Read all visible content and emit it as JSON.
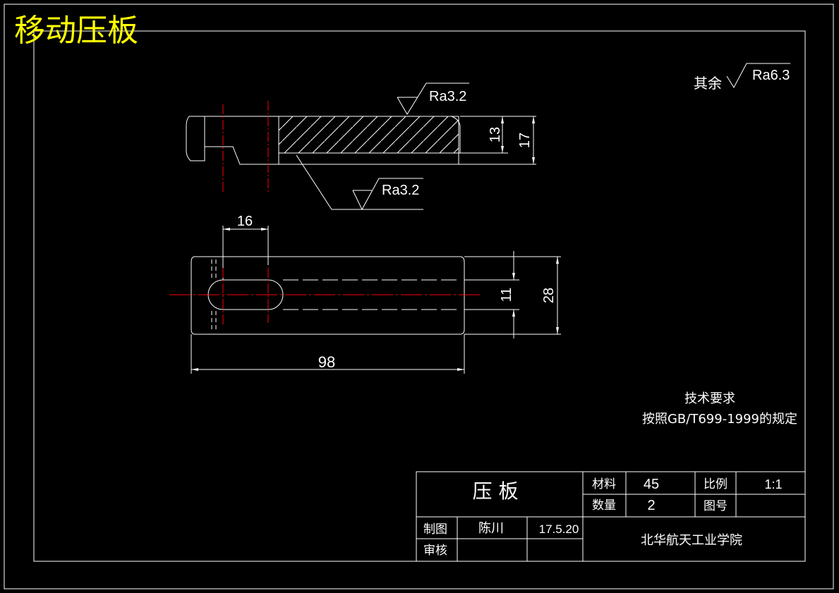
{
  "header": {
    "title": "移动压板"
  },
  "roughness": {
    "general_prefix": "其余",
    "general_value": "Ra6.3",
    "top_surface": "Ra3.2",
    "bottom_surface": "Ra3.2"
  },
  "dimensions": {
    "inner_thickness": "13",
    "total_thickness": "17",
    "slot_offset": "16",
    "slot_width": "11",
    "width": "28",
    "length": "98"
  },
  "technical_requirements": {
    "heading": "技术要求",
    "text": "按照GB/T699-1999的规定"
  },
  "title_block": {
    "part_name": "压 板",
    "material_label": "材料",
    "material_value": "45",
    "scale_label": "比例",
    "scale_value": "1:1",
    "quantity_label": "数量",
    "quantity_value": "2",
    "drawing_no_label": "图号",
    "drawing_no_value": "",
    "drawn_label": "制图",
    "drawn_by": "陈川",
    "date": "17.5.20",
    "checked_label": "审核",
    "checked_by": "",
    "school": "北华航天工业学院"
  },
  "colors": {
    "background": "#000000",
    "lines": "#ffffff",
    "centerline": "#ff0000",
    "title": "#ffff00"
  }
}
